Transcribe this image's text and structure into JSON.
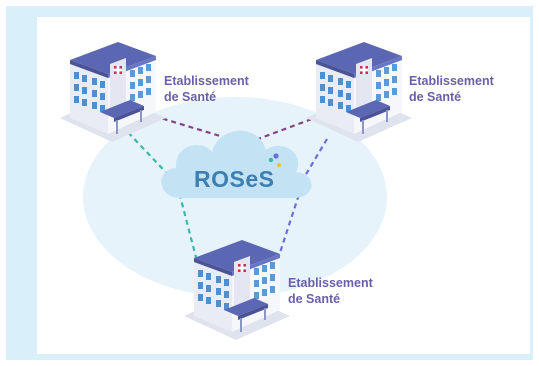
{
  "center": {
    "brand": "ROSeS"
  },
  "nodes": [
    {
      "line1": "Etablissement",
      "line2": "de Santé"
    },
    {
      "line1": "Etablissement",
      "line2": "de Santé"
    },
    {
      "line1": "Etablissement",
      "line2": "de Santé"
    }
  ],
  "colors": {
    "frame": "#d9f0fb",
    "halo": "#e6f3fb",
    "cloud": "#c3e3f5",
    "brand_text": "#3d7fb1",
    "label_text": "#6a5fa8",
    "link_purple": "#8a3f86",
    "link_teal": "#3bb9a8",
    "link_blue": "#6c6fd8",
    "building_roof": "#5c67b4",
    "building_facade": "#eef0f6"
  },
  "icons": [
    "building-icon",
    "cloud-icon",
    "plus-icon"
  ]
}
